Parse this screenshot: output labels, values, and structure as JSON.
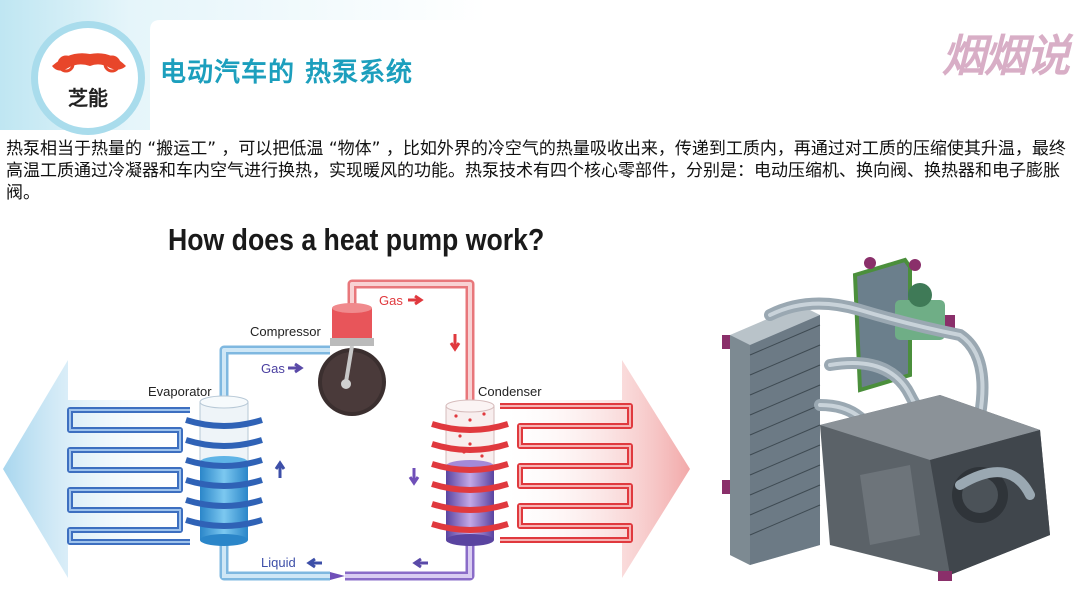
{
  "header": {
    "title": "电动汽车的 热泵系统",
    "brand_logo_text": "芝能",
    "watermark": "烟烟说"
  },
  "intro_text": "热泵相当于热量的 “搬运工” ，可以把低温 “物体” ，比如外界的冷空气的热量吸收出来，传递到工质内，再通过对工质的压缩使其升温，最终高温工质通过冷凝器和车内空气进行换热，实现暖风的功能。热泵技术有四个核心零部件，分别是：电动压缩机、换向阀、换热器和电子膨胀阀。",
  "diagram": {
    "heading": "How does a heat pump work?",
    "labels": {
      "compressor": "Compressor",
      "evaporator": "Evaporator",
      "condenser": "Condenser",
      "gas_left": "Gas",
      "gas_top": "Gas",
      "liquid": "Liquid"
    }
  },
  "colors": {
    "title": "#1c9fbd",
    "watermark": "#d8aec6",
    "cold_pipe": "#3d6fc0",
    "hot_pipe": "#e0393e",
    "evaporator_fill": "#3aa3dd",
    "condenser_fill": "#7a5bb5"
  }
}
